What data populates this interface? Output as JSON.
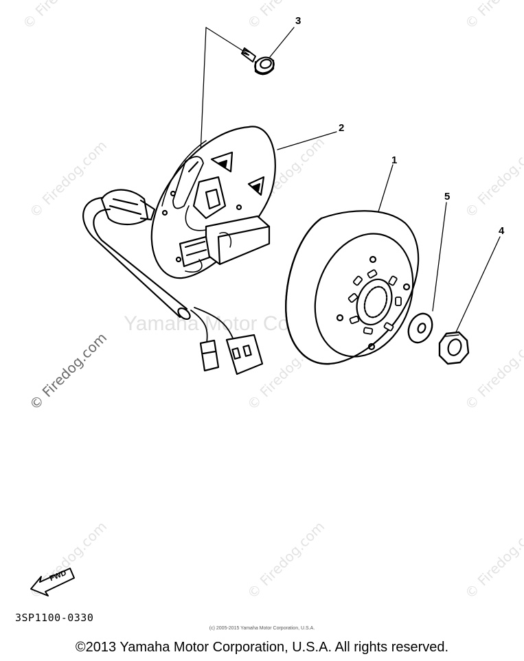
{
  "callouts": {
    "flywheel": "1",
    "stator": "2",
    "screw": "3",
    "nut": "4",
    "washer": "5"
  },
  "fwd_label": "FWD",
  "part_code": "3SP1100-0330",
  "tiny_copyright": "(c) 2005-2015 Yamaha Motor Corporation, U.S.A.",
  "copyright": "©2013 Yamaha Motor Corporation, U.S.A. All rights reserved.",
  "watermark_text": "© Firedog.com",
  "yamaha_watermark": "Yamaha Motor Corp., U.S.A."
}
